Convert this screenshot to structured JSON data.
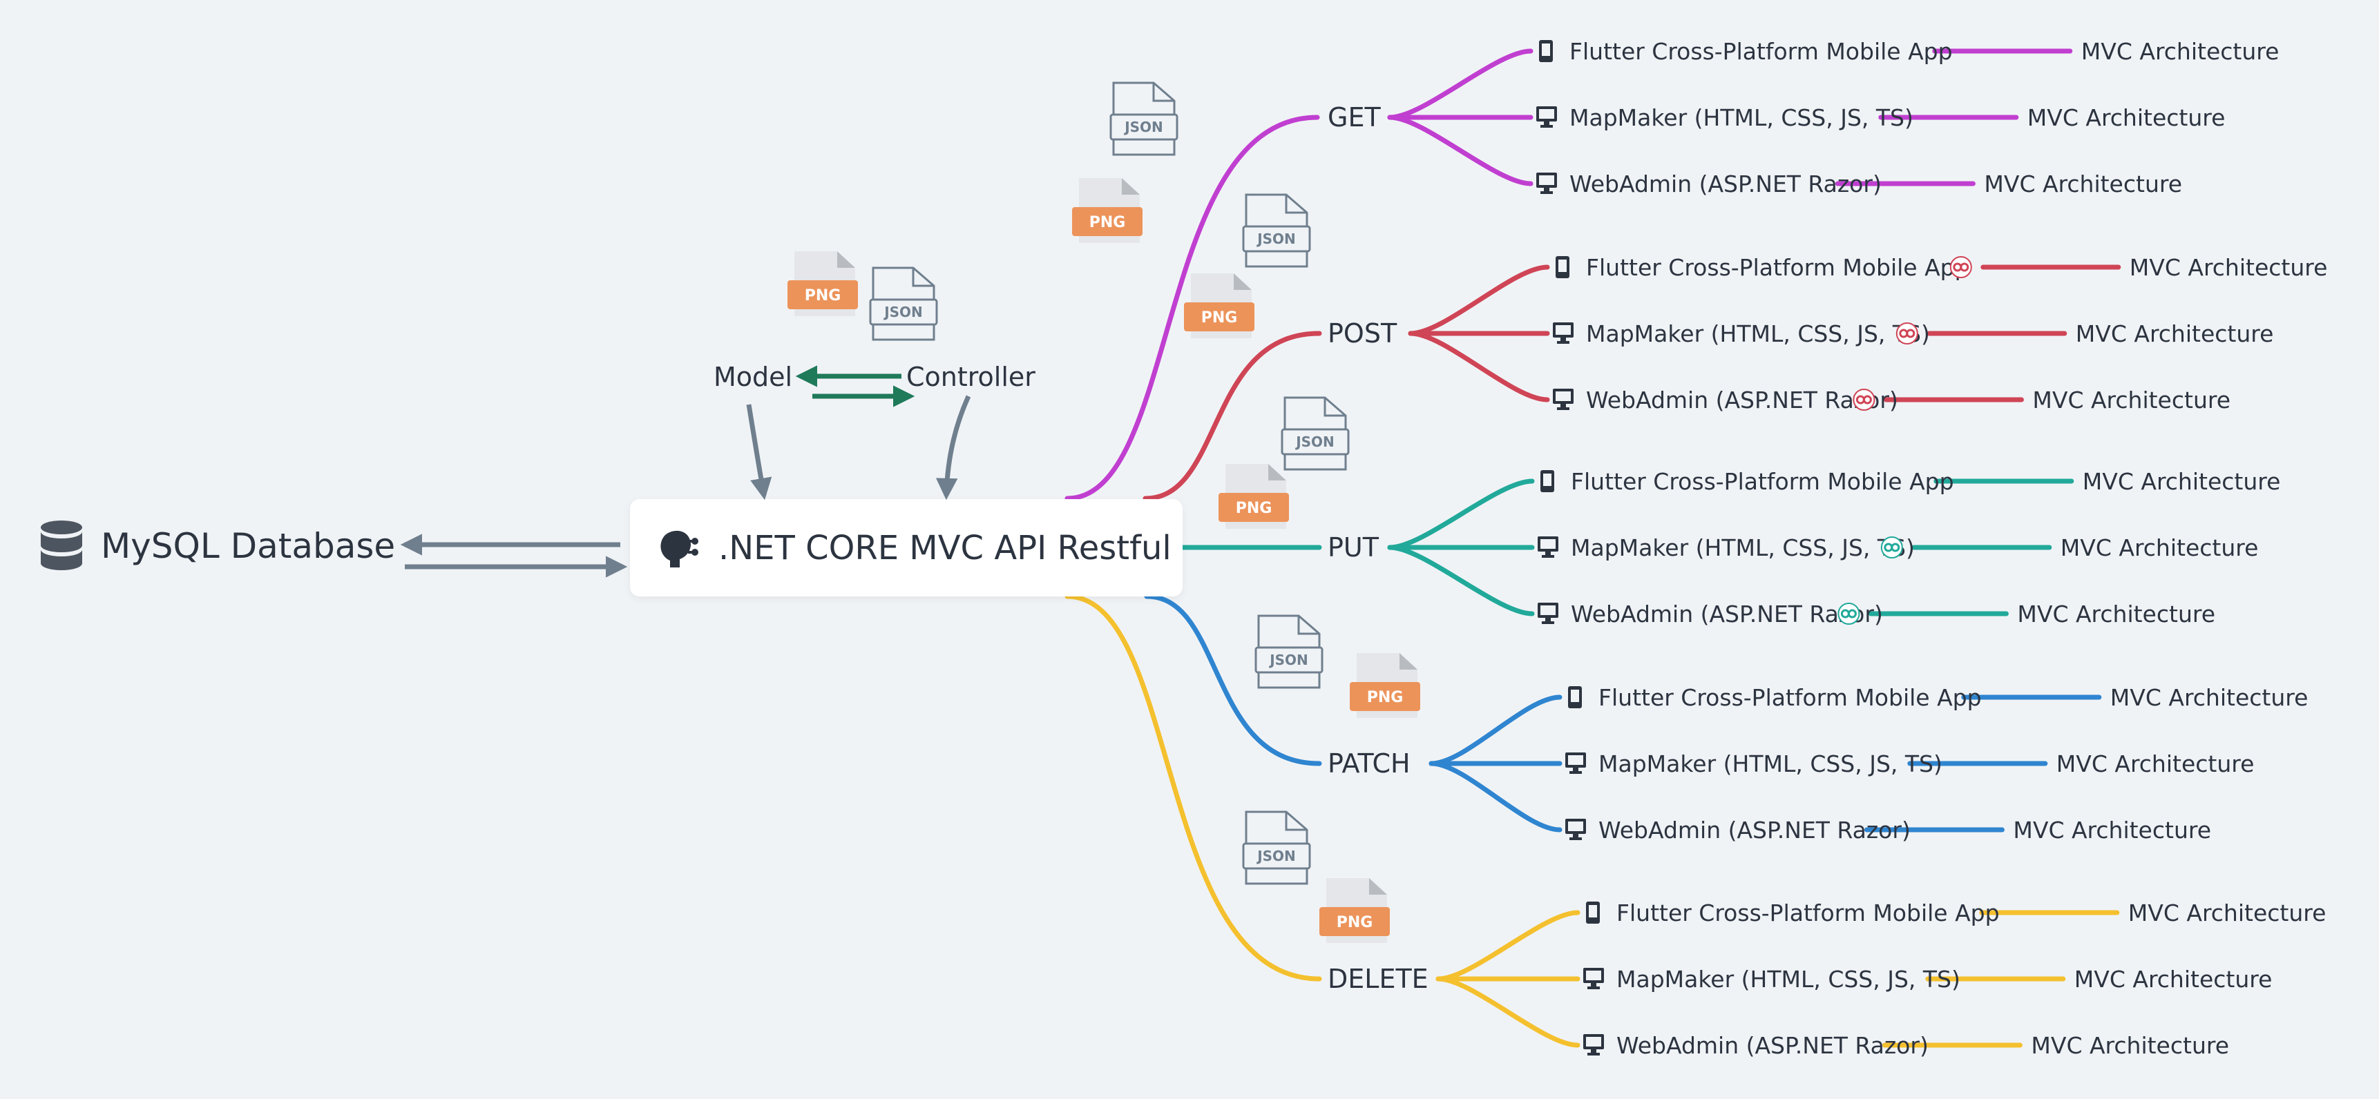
{
  "database": {
    "label": "MySQL Database",
    "icon": "database-icon"
  },
  "central": {
    "label": ".NET CORE MVC API Restful",
    "icon": "api-icon"
  },
  "mvc": {
    "model": "Model",
    "controller": "Controller"
  },
  "file_badges": {
    "png": "PNG",
    "json": "JSON"
  },
  "leaf_suffix": "MVC Architecture",
  "methods": [
    {
      "name": "GET",
      "color": "#c03fd0",
      "clients": [
        {
          "label": "Flutter Cross-Platform Mobile App",
          "icon": "mobile-icon",
          "link": false
        },
        {
          "label": "MapMaker (HTML, CSS, JS, TS)",
          "icon": "monitor-icon",
          "link": false
        },
        {
          "label": "WebAdmin (ASP.NET Razor)",
          "icon": "monitor-icon",
          "link": false
        }
      ]
    },
    {
      "name": "POST",
      "color": "#cf4556",
      "clients": [
        {
          "label": "Flutter Cross-Platform Mobile App",
          "icon": "mobile-icon",
          "link": true
        },
        {
          "label": "MapMaker (HTML, CSS, JS, TS)",
          "icon": "monitor-icon",
          "link": true
        },
        {
          "label": "WebAdmin (ASP.NET Razor)",
          "icon": "monitor-icon",
          "link": true
        }
      ]
    },
    {
      "name": "PUT",
      "color": "#21a99a",
      "clients": [
        {
          "label": "Flutter Cross-Platform Mobile App",
          "icon": "mobile-icon",
          "link": false
        },
        {
          "label": "MapMaker (HTML, CSS, JS, TS)",
          "icon": "monitor-icon",
          "link": true
        },
        {
          "label": "WebAdmin (ASP.NET Razor)",
          "icon": "monitor-icon",
          "link": true
        }
      ]
    },
    {
      "name": "PATCH",
      "color": "#2f85d0",
      "clients": [
        {
          "label": "Flutter Cross-Platform Mobile App",
          "icon": "mobile-icon",
          "link": false
        },
        {
          "label": "MapMaker (HTML, CSS, JS, TS)",
          "icon": "monitor-icon",
          "link": false
        },
        {
          "label": "WebAdmin (ASP.NET Razor)",
          "icon": "monitor-icon",
          "link": false
        }
      ]
    },
    {
      "name": "DELETE",
      "color": "#f4c02e",
      "clients": [
        {
          "label": "Flutter Cross-Platform Mobile App",
          "icon": "mobile-icon",
          "link": false
        },
        {
          "label": "MapMaker (HTML, CSS, JS, TS)",
          "icon": "monitor-icon",
          "link": false
        },
        {
          "label": "WebAdmin (ASP.NET Razor)",
          "icon": "monitor-icon",
          "link": false
        }
      ]
    }
  ]
}
